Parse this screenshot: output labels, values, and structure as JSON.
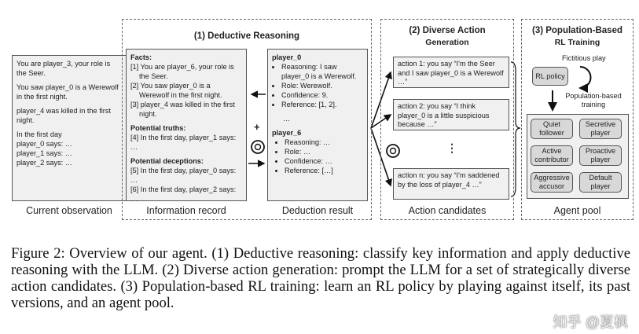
{
  "observation": {
    "lines": [
      "You are player_3, your role is the Seer.",
      "You saw player_0 is a Werewolf in the first night.",
      "player_4 was killed in the first night.",
      "In the first day",
      "player_0 says: …",
      "player_1 says: …",
      "player_2 says: …"
    ],
    "label": "Current observation"
  },
  "section1": {
    "title": "(1) Deductive Reasoning",
    "record": {
      "facts_h": "Facts:",
      "facts": [
        "[1] You are player_6, your role is the Seer.",
        "[2] You saw player_0 is a Werewolf in the first night.",
        "[3] player_4 was killed in the first night."
      ],
      "truths_h": "Potential truths:",
      "truths": [
        "[4] In the first day, player_1 says: …"
      ],
      "decept_h": "Potential deceptions:",
      "decept": [
        "[5] In the first day, player_0 says: …",
        "[6] In the first day, player_2 says: …"
      ],
      "label": "Information record"
    },
    "plus": "+",
    "deduction": {
      "p0": "player_0",
      "p0_items": [
        "Reasoning: I saw player_0 is a Werewolf.",
        "Role: Werewolf.",
        "Confidence: 9.",
        "Reference: [1, 2]."
      ],
      "ellipsis": "…",
      "p6": "player_6",
      "p6_items": [
        "Reasoning: …",
        "Role: …",
        "Confidence: …",
        "Reference: […]"
      ],
      "label": "Deduction result"
    }
  },
  "section2": {
    "title1": "(2) Diverse Action",
    "title2": "Generation",
    "actions": [
      "action 1: you say “I'm the Seer and I saw player_0 is a Werewolf …”",
      "action 2: you say “I think player_0 is a little suspicious because …”",
      "action n: you say “I'm saddened by the loss of player_4 …”"
    ],
    "vdots": "⋮",
    "label": "Action candidates"
  },
  "section3": {
    "title1": "(3) Population-Based",
    "title2": "RL Training",
    "policy": "RL policy",
    "fictitious": "Fictitious play",
    "pbt1": "Population-based",
    "pbt2": "training",
    "pool": [
      "Quiet follower",
      "Secretive player",
      "Active contributor",
      "Proactive player",
      "Aggressive accusor",
      "Default player"
    ],
    "label": "Agent pool"
  },
  "caption": "Figure 2: Overview of our agent. (1) Deductive reasoning: classify key information and apply deductive reasoning with the LLM. (2) Diverse action generation: prompt the LLM for a set of strategically diverse action candidates. (3) Population-based RL training: learn an RL policy by playing against itself, its past versions, and an agent pool.",
  "watermark": "知乎 @夏枫"
}
